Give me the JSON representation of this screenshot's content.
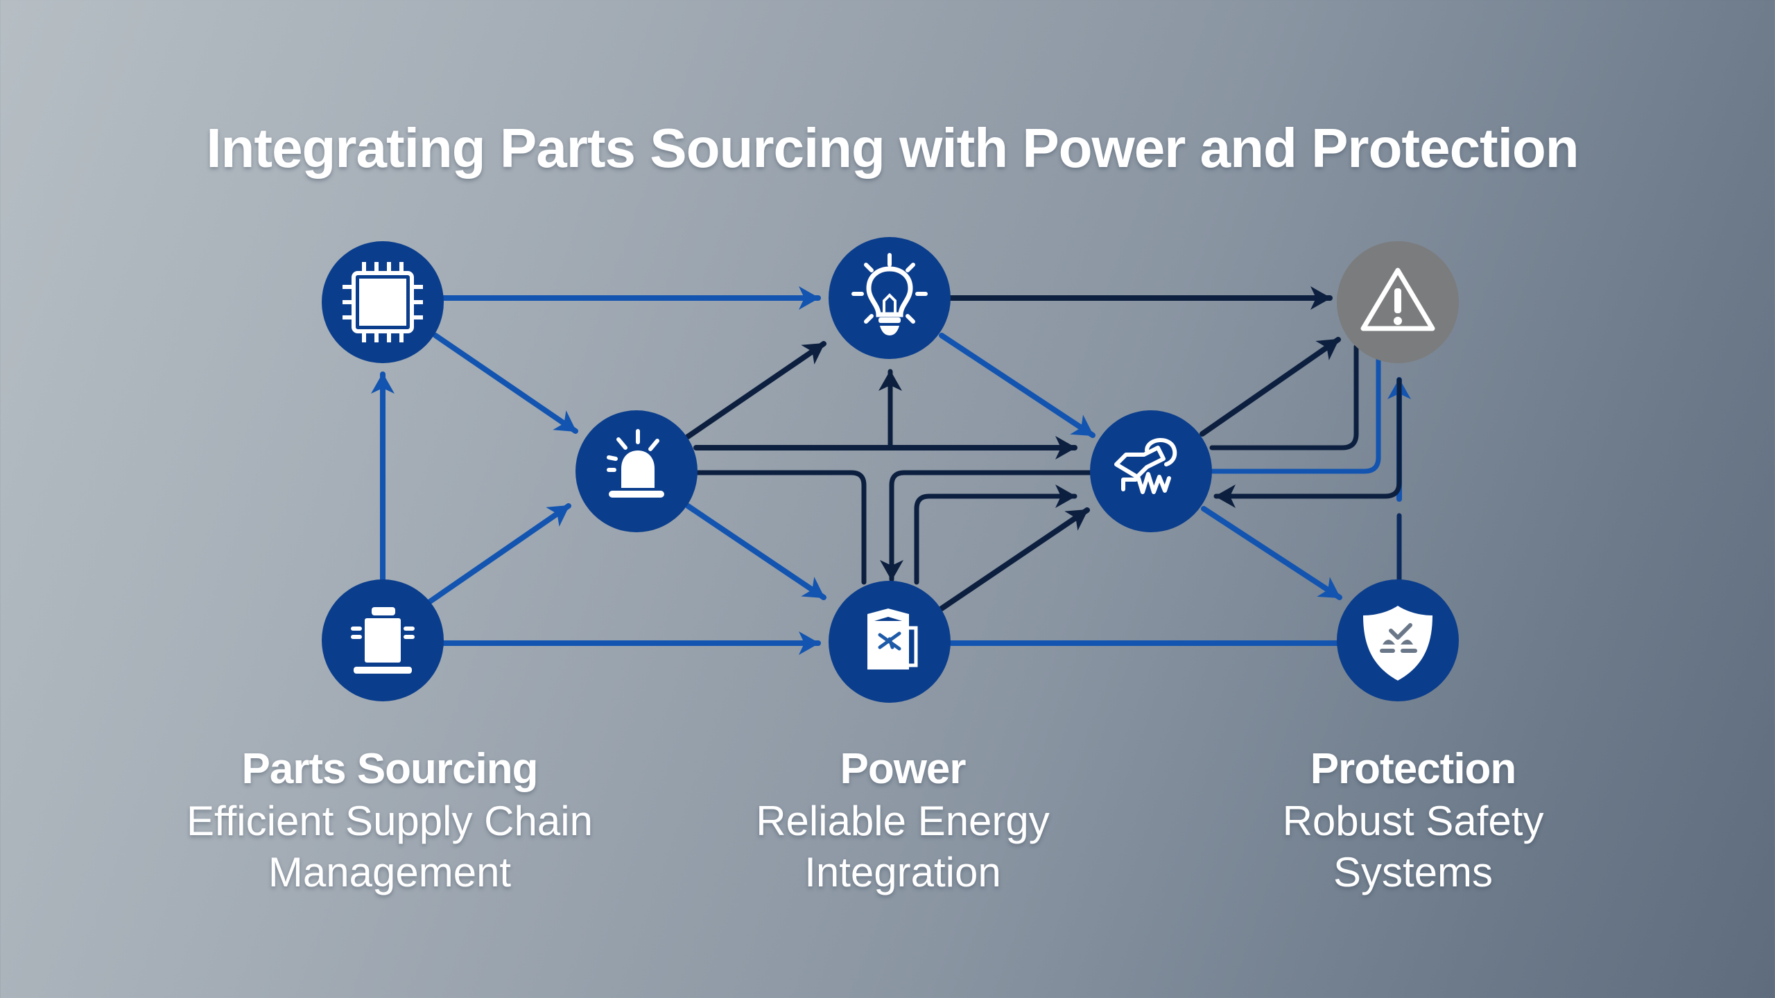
{
  "title": "Integrating Parts Sourcing with Power and Protection",
  "colors": {
    "node_fill": "#0a3d8c",
    "node_alert_fill": "#7b7c7d",
    "edge_blue": "#1254b0",
    "edge_dark": "#0c1f3f",
    "icon": "#ffffff",
    "text": "#ffffff"
  },
  "nodes": [
    {
      "id": "chip",
      "icon": "microchip-icon",
      "group": "Parts Sourcing"
    },
    {
      "id": "bulb",
      "icon": "lightbulb-icon",
      "group": "Power"
    },
    {
      "id": "warning",
      "icon": "warning-triangle-icon",
      "group": "Protection"
    },
    {
      "id": "siren",
      "icon": "alarm-siren-icon",
      "group": "Parts Sourcing"
    },
    {
      "id": "link",
      "icon": "connector-waveform-icon",
      "group": "Power"
    },
    {
      "id": "component",
      "icon": "capacitor-component-icon",
      "group": "Parts Sourcing"
    },
    {
      "id": "battery",
      "icon": "battery-tools-icon",
      "group": "Power"
    },
    {
      "id": "shield",
      "icon": "shield-check-icon",
      "group": "Protection"
    }
  ],
  "edges": [
    {
      "from": "chip",
      "to": "bulb",
      "style": "blue"
    },
    {
      "from": "chip",
      "to": "siren",
      "style": "blue"
    },
    {
      "from": "component",
      "to": "chip",
      "style": "blue"
    },
    {
      "from": "component",
      "to": "siren",
      "style": "blue"
    },
    {
      "from": "component",
      "to": "battery",
      "style": "blue"
    },
    {
      "from": "siren",
      "to": "bulb",
      "style": "dark"
    },
    {
      "from": "siren",
      "to": "link",
      "style": "dark"
    },
    {
      "from": "siren",
      "to": "battery",
      "style": "blue"
    },
    {
      "from": "siren",
      "to": "battery",
      "style": "dark",
      "routing": "elbow"
    },
    {
      "from": "bulb",
      "to": "warning",
      "style": "dark"
    },
    {
      "from": "bulb",
      "to": "link",
      "style": "blue"
    },
    {
      "from": "link",
      "to": "bulb",
      "style": "dark",
      "routing": "elbow"
    },
    {
      "from": "link",
      "to": "battery",
      "style": "dark",
      "routing": "elbow"
    },
    {
      "from": "battery",
      "to": "link",
      "style": "dark"
    },
    {
      "from": "battery",
      "to": "link",
      "style": "dark",
      "routing": "elbow"
    },
    {
      "from": "battery",
      "to": "shield",
      "style": "blue"
    },
    {
      "from": "link",
      "to": "warning",
      "style": "dark"
    },
    {
      "from": "link",
      "to": "warning",
      "style": "dark",
      "routing": "elbow"
    },
    {
      "from": "link",
      "to": "warning",
      "style": "blue",
      "routing": "elbow"
    },
    {
      "from": "warning",
      "to": "link",
      "style": "dark",
      "routing": "elbow"
    },
    {
      "from": "link",
      "to": "shield",
      "style": "blue"
    },
    {
      "from": "shield",
      "to": "warning",
      "style": "blue"
    }
  ],
  "labels": [
    {
      "heading": "Parts Sourcing",
      "line1": "Efficient Supply Chain",
      "line2": "Management"
    },
    {
      "heading": "Power",
      "line1": "Reliable Energy",
      "line2": "Integration"
    },
    {
      "heading": "Protection",
      "line1": "Robust Safety",
      "line2": "Systems"
    }
  ]
}
